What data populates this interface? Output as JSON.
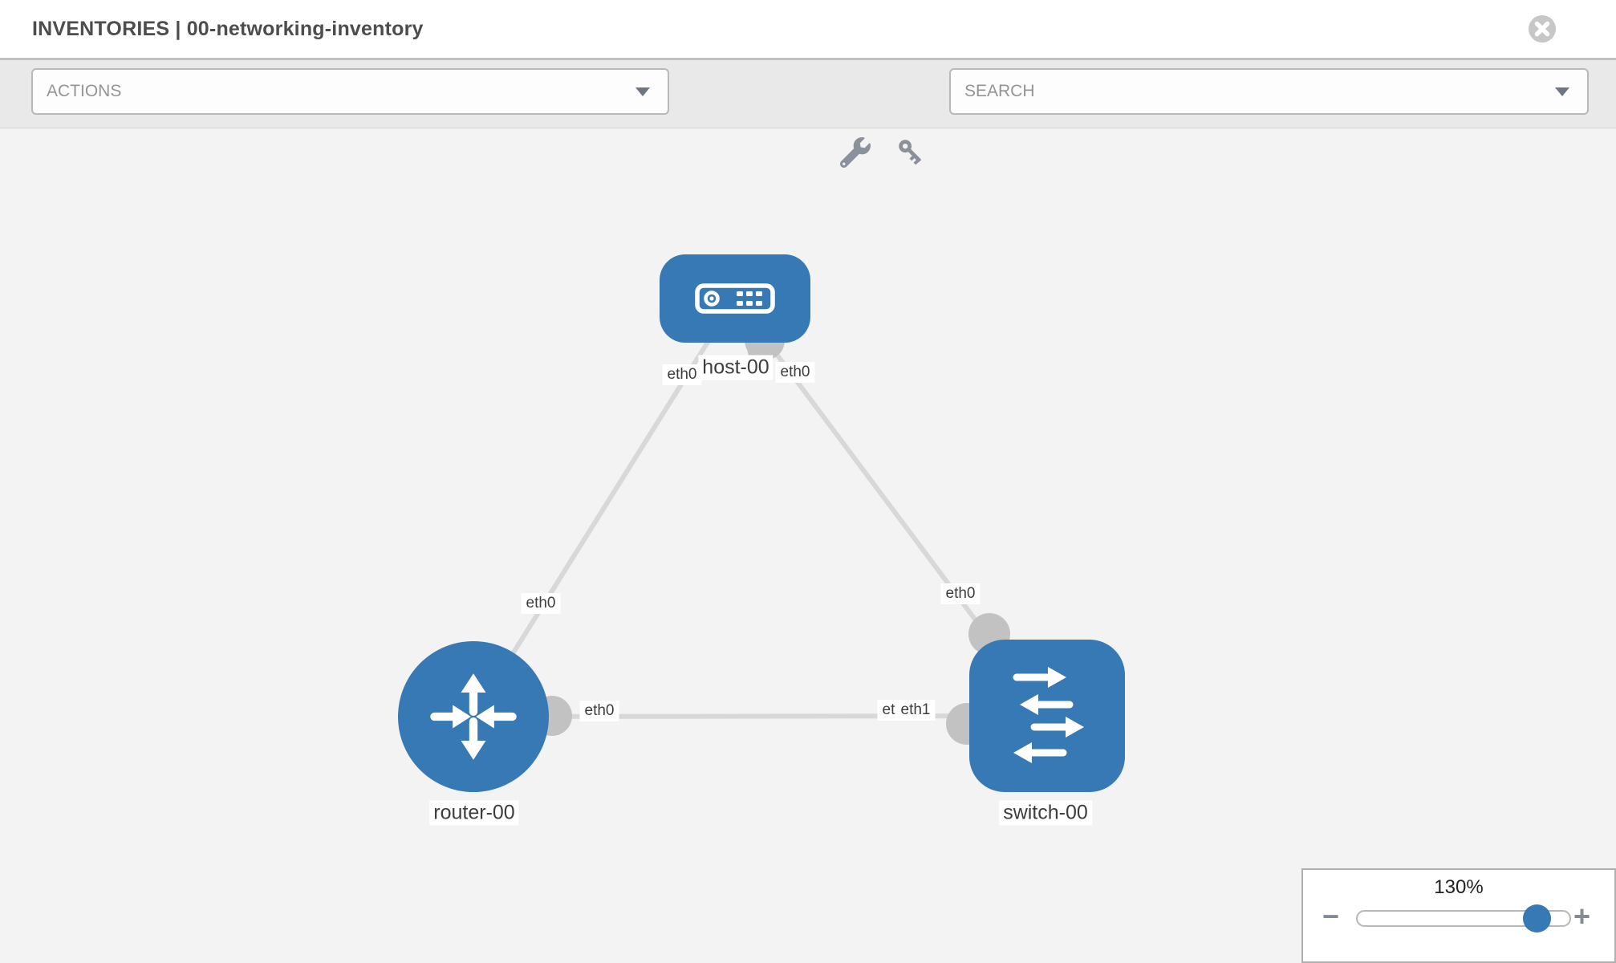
{
  "header": {
    "title": "INVENTORIES | 00-networking-inventory"
  },
  "toolbar": {
    "actions_label": "ACTIONS",
    "search_placeholder": "SEARCH",
    "icons": [
      "wrench-icon",
      "key-icon"
    ]
  },
  "topology": {
    "nodes": [
      {
        "id": "host-00",
        "type": "host",
        "label": "host-00"
      },
      {
        "id": "router-00",
        "type": "router",
        "label": "router-00"
      },
      {
        "id": "switch-00",
        "type": "switch",
        "label": "switch-00"
      }
    ],
    "links": [
      {
        "source": "host-00",
        "target": "router-00",
        "source_interface": "eth0",
        "target_interface": "eth0"
      },
      {
        "source": "host-00",
        "target": "switch-00",
        "source_interface": "eth0",
        "target_interface": "eth0"
      },
      {
        "source": "router-00",
        "target": "switch-00",
        "source_interface": "eth0",
        "target_interface": "eth1"
      }
    ],
    "iface": {
      "hr_host": "eth0",
      "hr_router": "eth0",
      "hs_host": "eth0",
      "hs_switch": "eth0",
      "rs_router": "eth0",
      "rs_switch_back": "eth1",
      "rs_switch_front": "eth1"
    }
  },
  "zoom_control": {
    "value": "130%",
    "percent": 130,
    "minus_label": "−",
    "plus_label": "+"
  },
  "colors": {
    "node_blue": "#3679b5",
    "link_gray": "#d8d8d8",
    "connector_gray": "#c2c2c2",
    "toolbar_bg": "#e9e9e9",
    "canvas_bg": "#f3f3f3",
    "icon_gray": "#8b919b",
    "title_text": "#4d4d4d",
    "placeholder_text": "#949494"
  }
}
